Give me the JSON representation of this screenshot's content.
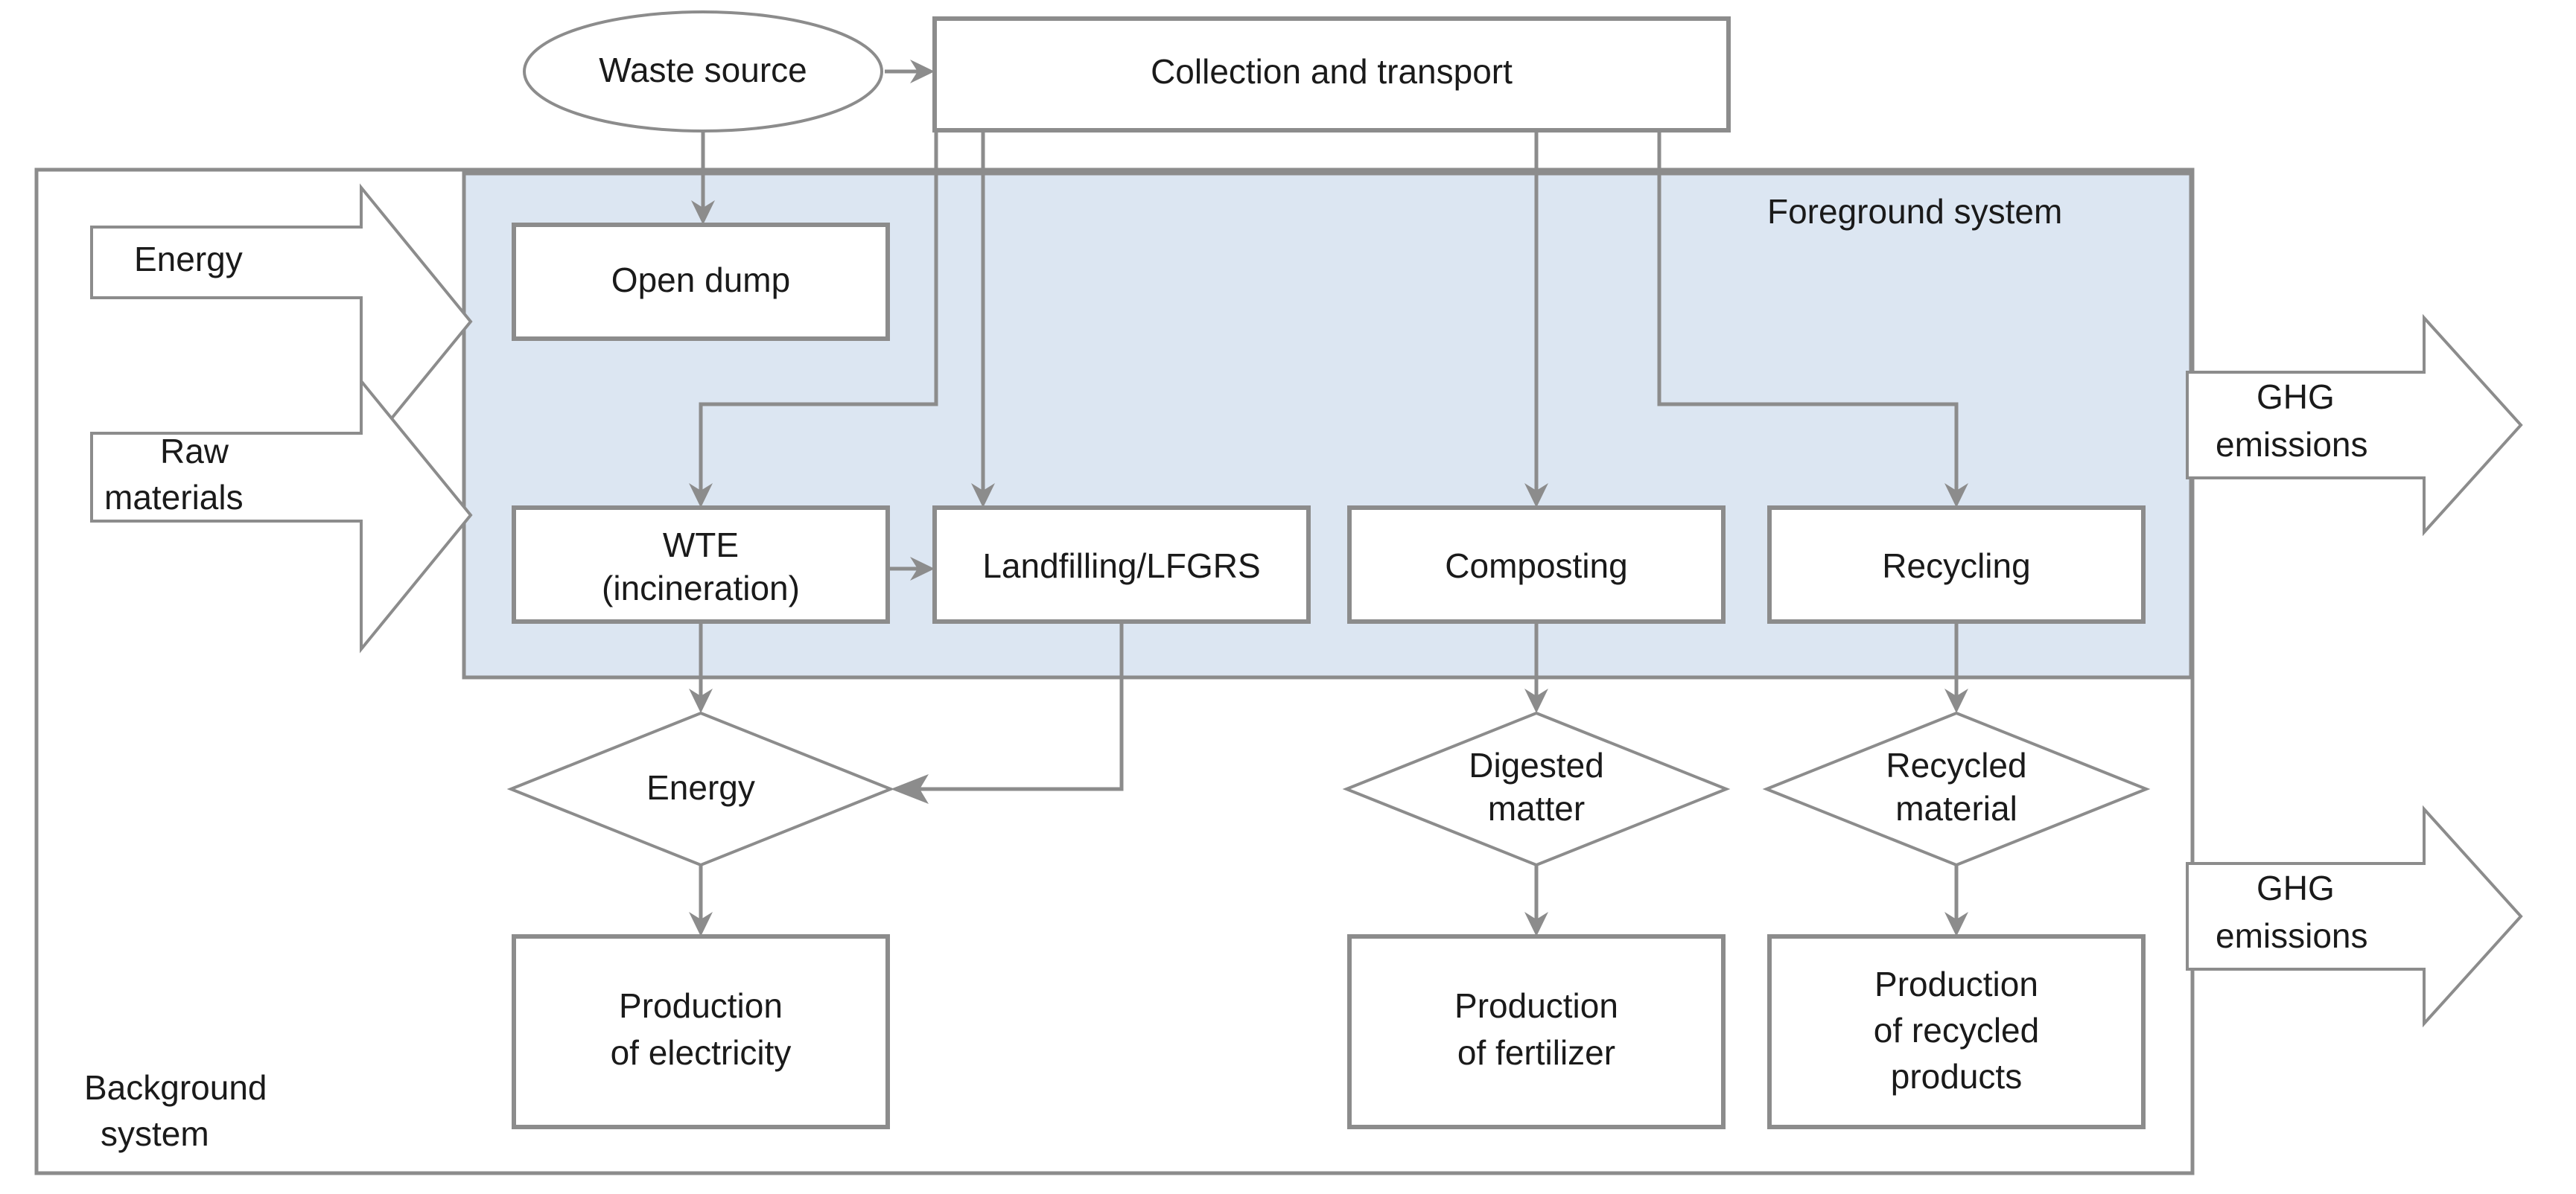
{
  "figure": {
    "title": "Waste management LCA system boundary flowchart",
    "colors": {
      "foreground_fill": "#dce6f2",
      "stroke": "#8c8c8c",
      "text": "#1a1a1a",
      "background_fill": "#ffffff"
    }
  },
  "regions": {
    "background": {
      "label": "Background\nsystem",
      "line1": "Background",
      "line2": "system"
    },
    "foreground": {
      "label": "Foreground system"
    }
  },
  "nodes": {
    "waste_source": {
      "label": "Waste source",
      "shape": "ellipse"
    },
    "collection": {
      "label": "Collection and transport",
      "shape": "rect"
    },
    "open_dump": {
      "label": "Open dump",
      "shape": "rect"
    },
    "wte": {
      "label": "WTE\n(incineration)",
      "line1": "WTE",
      "line2": "(incineration)",
      "shape": "rect"
    },
    "landfilling": {
      "label": "Landfilling/LFGRS",
      "shape": "rect"
    },
    "composting": {
      "label": "Composting",
      "shape": "rect"
    },
    "recycling": {
      "label": "Recycling",
      "shape": "rect"
    },
    "energy_diamond": {
      "label": "Energy",
      "shape": "diamond"
    },
    "digested_matter": {
      "label": "Digested matter",
      "line1": "Digested",
      "line2": "matter",
      "shape": "diamond"
    },
    "recycled_material": {
      "label": "Recycled material",
      "line1": "Recycled",
      "line2": "material",
      "shape": "diamond"
    },
    "prod_electricity": {
      "label": "Production of electricity",
      "line1": "Production",
      "line2": "of electricity",
      "shape": "rect"
    },
    "prod_fertilizer": {
      "label": "Production of fertilizer",
      "line1": "Production",
      "line2": "of fertilizer",
      "shape": "rect"
    },
    "prod_recycled": {
      "label": "Production of recycled products",
      "line1": "Production",
      "line2": "of recycled",
      "line3": "products",
      "shape": "rect"
    }
  },
  "inputs": [
    {
      "label": "Energy",
      "line1": "Energy",
      "line2": "",
      "shape": "block-arrow-right"
    },
    {
      "label": "Raw materials",
      "line1": "Raw",
      "line2": "materials",
      "shape": "block-arrow-right"
    }
  ],
  "outputs": [
    {
      "label": "GHG emissions",
      "line1": "GHG",
      "line2": "emissions",
      "shape": "block-arrow-right"
    },
    {
      "label": "GHG emissions",
      "line1": "GHG",
      "line2": "emissions",
      "shape": "block-arrow-right"
    }
  ],
  "flows": [
    {
      "from": "waste_source",
      "to": "collection"
    },
    {
      "from": "waste_source",
      "to": "open_dump"
    },
    {
      "from": "collection",
      "to": "wte"
    },
    {
      "from": "collection",
      "to": "landfilling"
    },
    {
      "from": "collection",
      "to": "composting"
    },
    {
      "from": "collection",
      "to": "recycling"
    },
    {
      "from": "wte",
      "to": "landfilling"
    },
    {
      "from": "wte",
      "to": "energy_diamond"
    },
    {
      "from": "landfilling",
      "to": "energy_diamond"
    },
    {
      "from": "composting",
      "to": "digested_matter"
    },
    {
      "from": "recycling",
      "to": "recycled_material"
    },
    {
      "from": "energy_diamond",
      "to": "prod_electricity"
    },
    {
      "from": "digested_matter",
      "to": "prod_fertilizer"
    },
    {
      "from": "recycled_material",
      "to": "prod_recycled"
    }
  ]
}
